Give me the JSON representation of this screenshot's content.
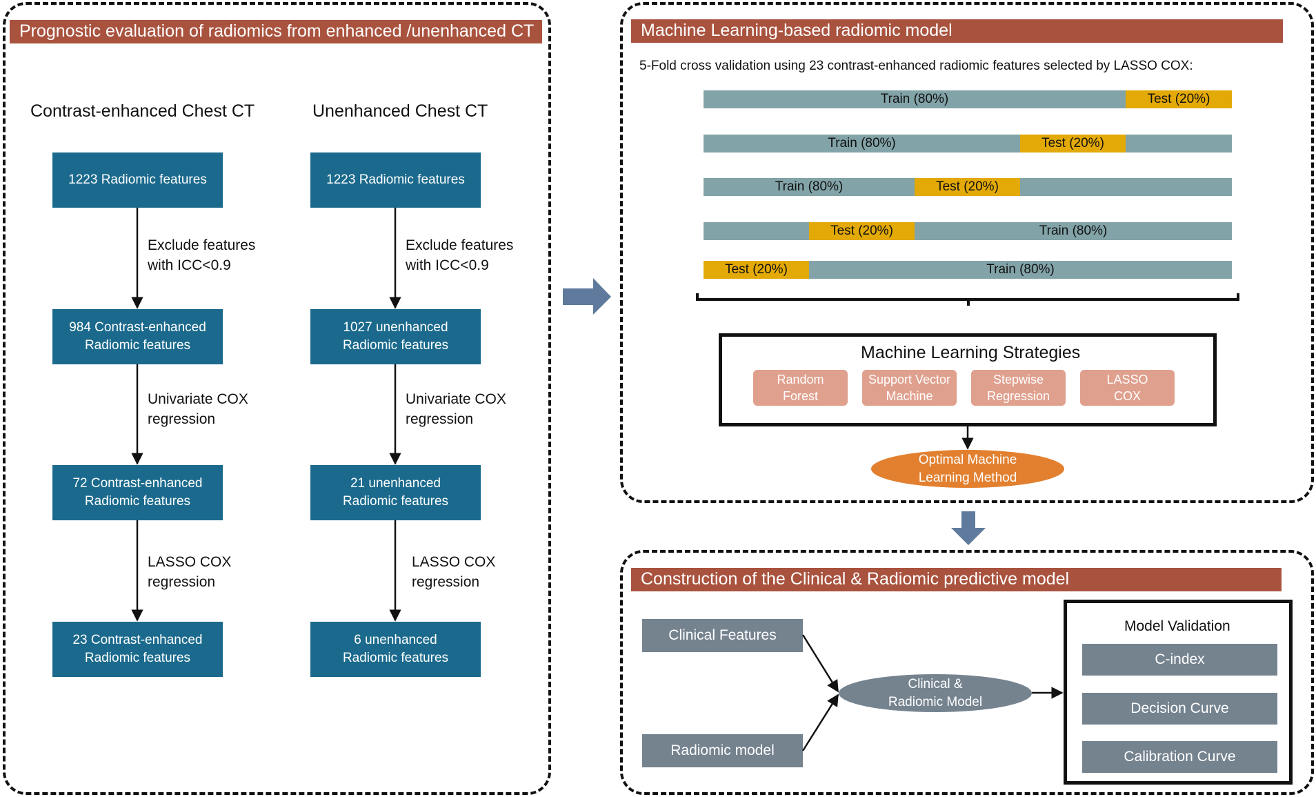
{
  "left_panel": {
    "header": "Prognostic evaluation of radiomics from enhanced /unenhanced CT",
    "columns": [
      {
        "title": "Contrast-enhanced Chest CT",
        "boxes": [
          "1223 Radiomic features",
          "984 Contrast-enhanced\nRadiomic features",
          "72 Contrast-enhanced\nRadiomic features",
          "23 Contrast-enhanced\nRadiomic features"
        ],
        "steps": [
          "Exclude features\nwith ICC<0.9",
          "Univariate COX\nregression",
          "LASSO COX\nregression"
        ]
      },
      {
        "title": "Unenhanced Chest CT",
        "boxes": [
          "1223 Radiomic features",
          "1027 unenhanced\nRadiomic features",
          "21 unenhanced\nRadiomic features",
          "6 unenhanced\nRadiomic features"
        ],
        "steps": [
          "Exclude features\nwith ICC<0.9",
          "Univariate COX\nregression",
          "LASSO COX\nregression"
        ]
      }
    ]
  },
  "ml_panel": {
    "header": "Machine Learning-based radiomic model",
    "cv_title": "5-Fold cross validation using 23 contrast-enhanced radiomic features selected by LASSO COX:",
    "folds": [
      {
        "train_label": "Train (80%)",
        "test_label": "Test (20%)"
      },
      {
        "train_label": "Train (80%)",
        "test_label": "Test (20%)"
      },
      {
        "train_label": "Train (80%)",
        "test_label": "Test (20%)"
      },
      {
        "train_label": "Train (80%)",
        "test_label": "Test (20%)"
      },
      {
        "train_label": "Train (80%)",
        "test_label": "Test (20%)"
      }
    ],
    "strategies_title": "Machine Learning Strategies",
    "strategies": [
      "Random\nForest",
      "Support Vector\nMachine",
      "Stepwise\nRegression",
      "LASSO\nCOX"
    ],
    "optimal": "Optimal Machine\nLearning Method"
  },
  "model_panel": {
    "header": "Construction of the Clinical & Radiomic predictive model",
    "clinical": "Clinical Features",
    "radiomic": "Radiomic model",
    "combined": "Clinical &\nRadiomic Model",
    "validation_title": "Model Validation",
    "validation_items": [
      "C-index",
      "Decision Curve",
      "Calibration Curve"
    ]
  },
  "colors": {
    "header": "#a9533f",
    "feature_box": "#1b6a8d",
    "train": "#82a3a7",
    "test": "#e3a907",
    "strategy": "#e0a08e",
    "optimal": "#e2802f",
    "grey_box": "#75838f",
    "flow_arrow": "#5f7a9c"
  }
}
